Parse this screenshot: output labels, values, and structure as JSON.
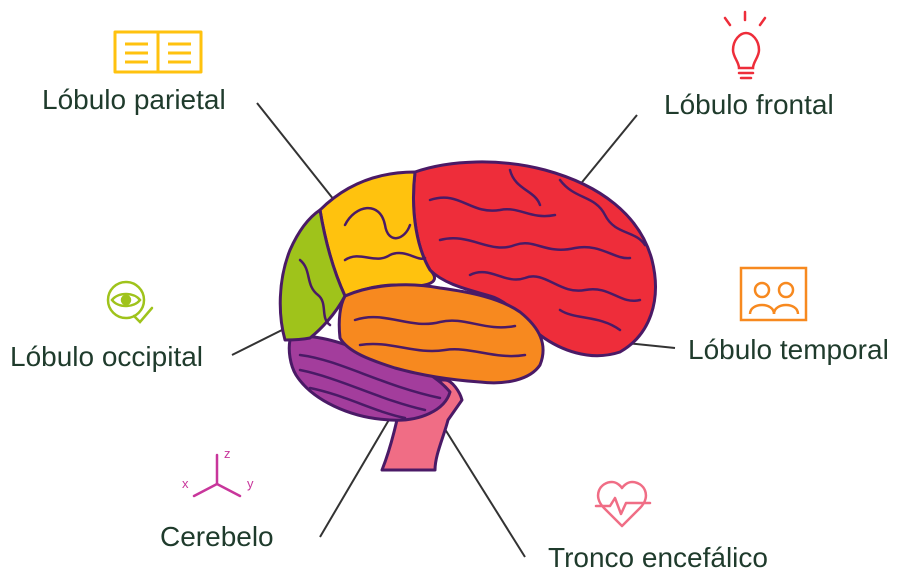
{
  "labels": {
    "parietal": "Lóbulo parietal",
    "frontal": "Lóbulo frontal",
    "occipital": "Lóbulo occipital",
    "temporal": "Lóbulo temporal",
    "cerebellum": "Cerebelo",
    "brainstem": "Tronco encefálico"
  },
  "axis_letters": {
    "x": "x",
    "y": "y",
    "z": "z"
  },
  "icons": {
    "parietal": "open-book-icon",
    "frontal": "light-bulb-icon",
    "occipital": "eye-check-icon",
    "temporal": "people-frame-icon",
    "cerebellum": "3d-axes-icon",
    "brainstem": "heartbeat-icon"
  },
  "colors": {
    "text": "#1f3b2c",
    "outline": "#4a1a66",
    "frontal": "#ee2d3a",
    "parietal": "#ffc20e",
    "occipital": "#9fc31b",
    "temporal": "#f7891f",
    "cerebellum": "#a33d9c",
    "brainstem": "#f06d85",
    "leader_line": "#333333"
  }
}
